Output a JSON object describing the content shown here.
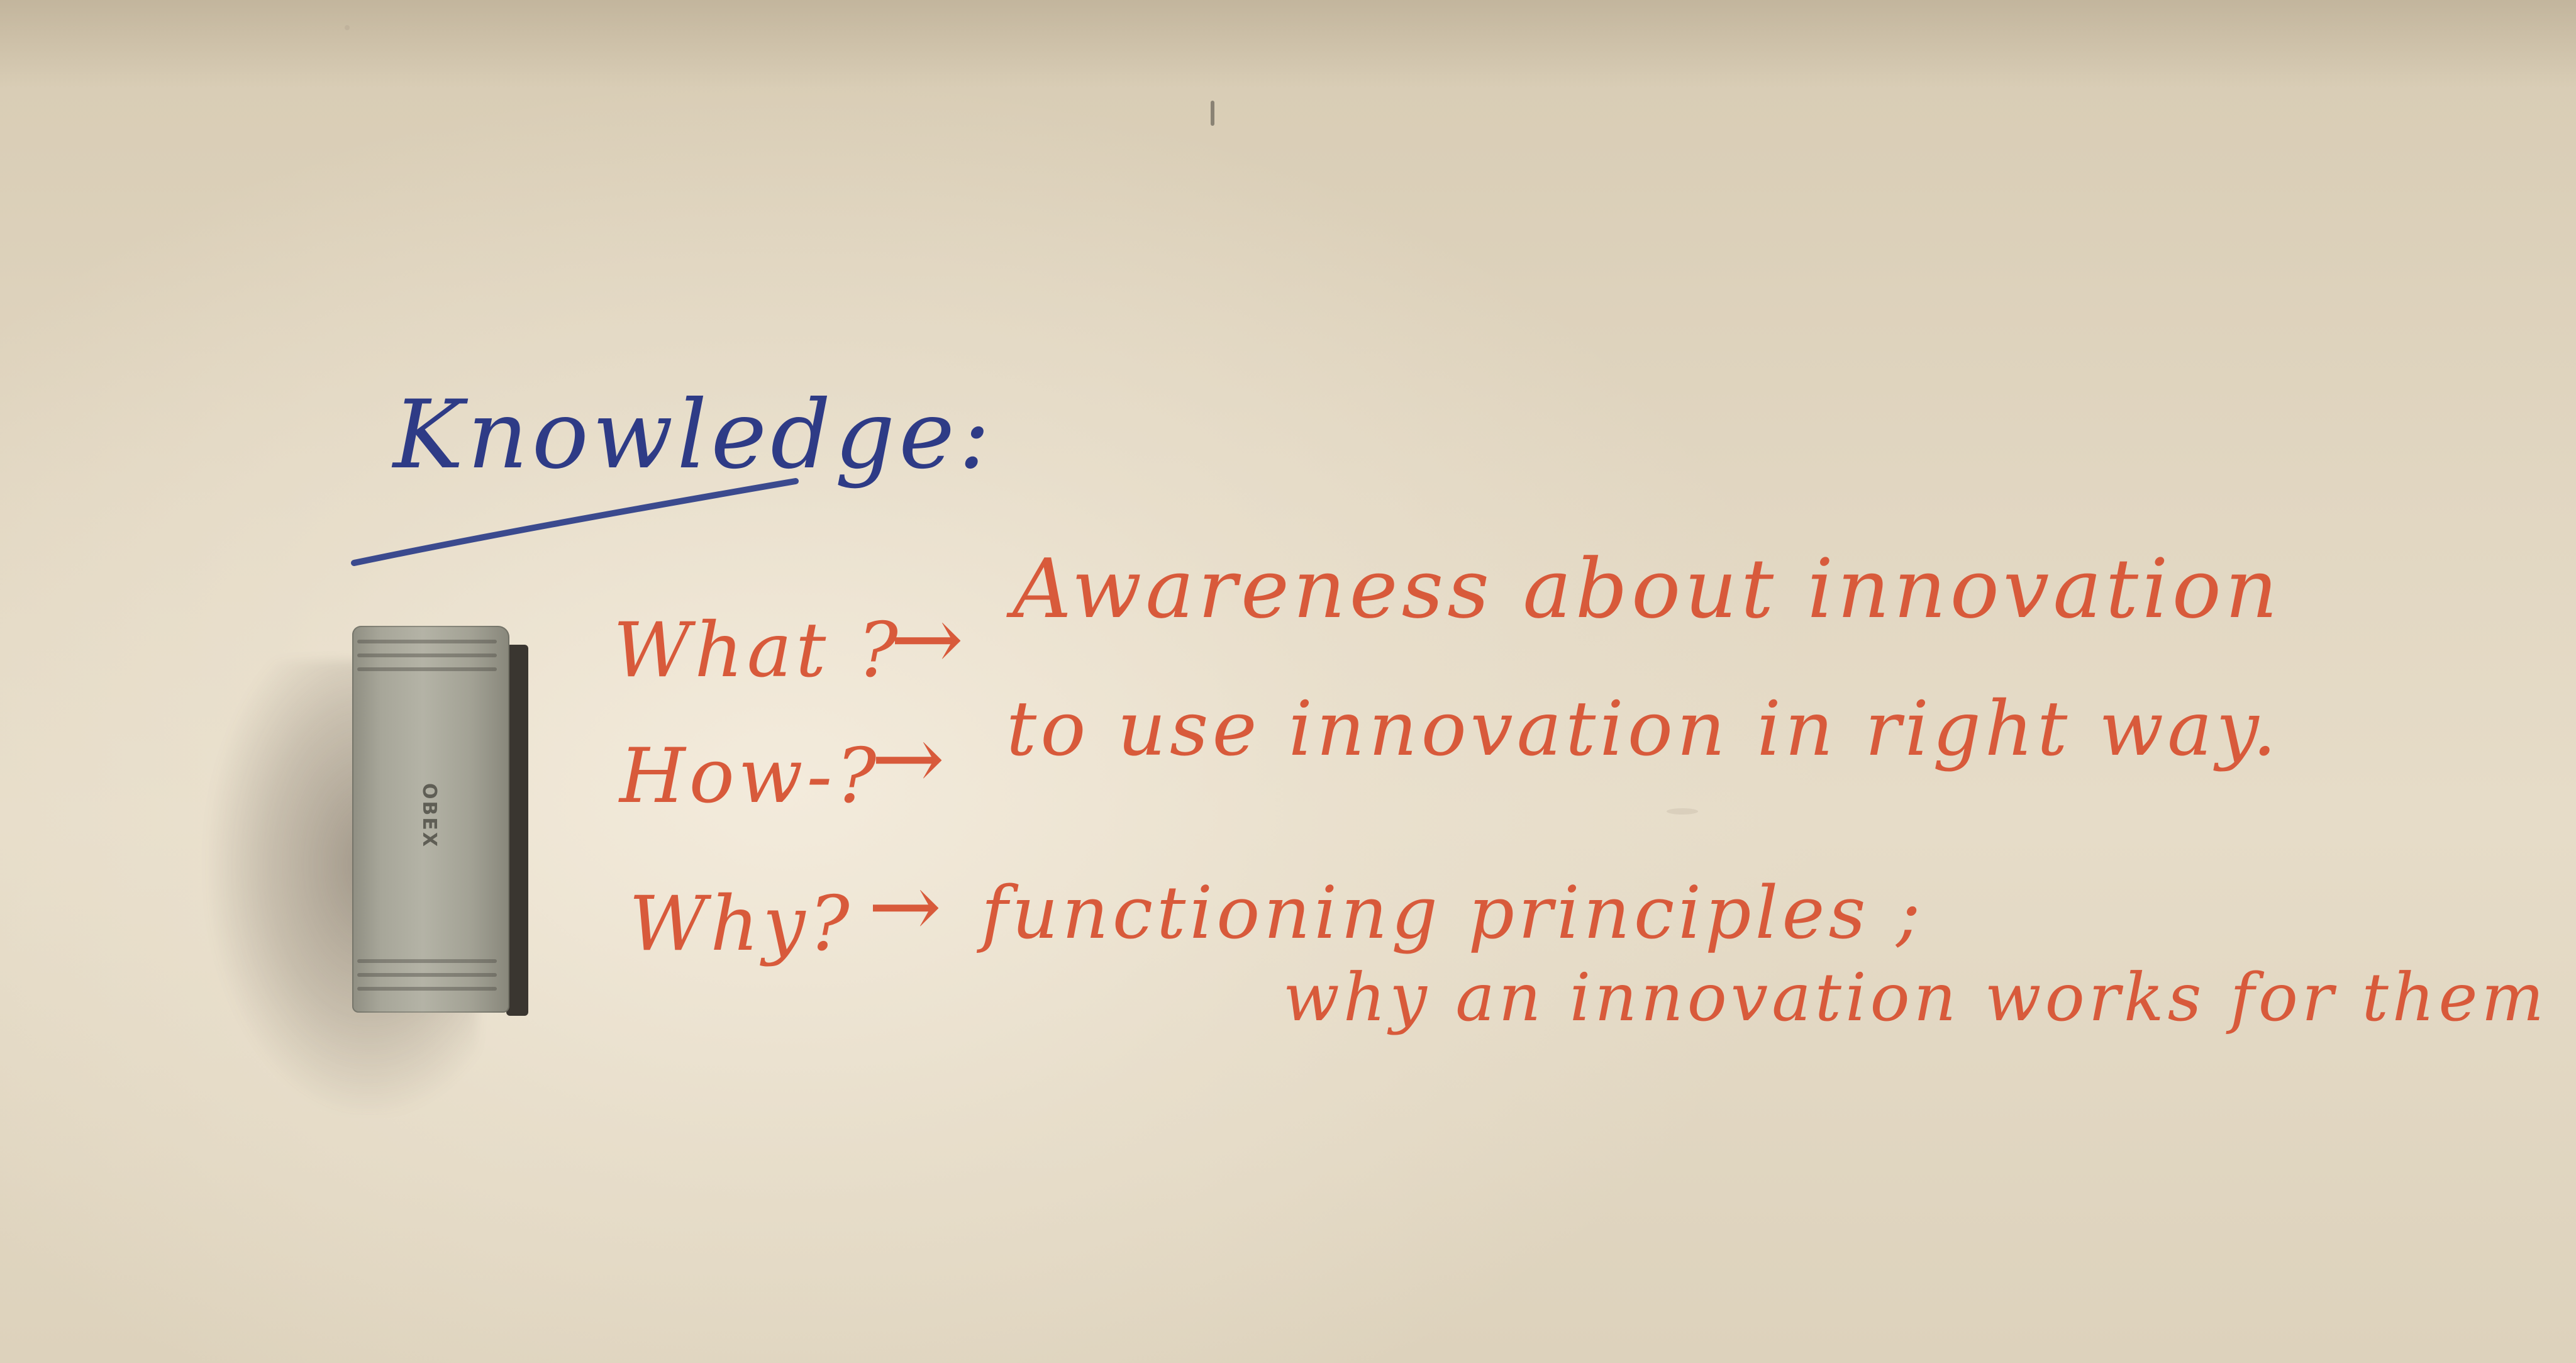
{
  "heading": "Knowledge:",
  "rows": [
    {
      "question": "What ?",
      "arrow": "→",
      "answer": "Awareness about innovation"
    },
    {
      "question": "How-?",
      "arrow": "→",
      "answer": "to use innovation in right way."
    },
    {
      "question": "Why?",
      "arrow": "→",
      "answer": "functioning principles ;"
    }
  ],
  "continuation": "why an innovation works for them",
  "eraser_logo": "OBEX",
  "colors": {
    "heading_ink": "#2e3b86",
    "body_ink": "#d85a3b",
    "board": "#e6dcc8"
  }
}
